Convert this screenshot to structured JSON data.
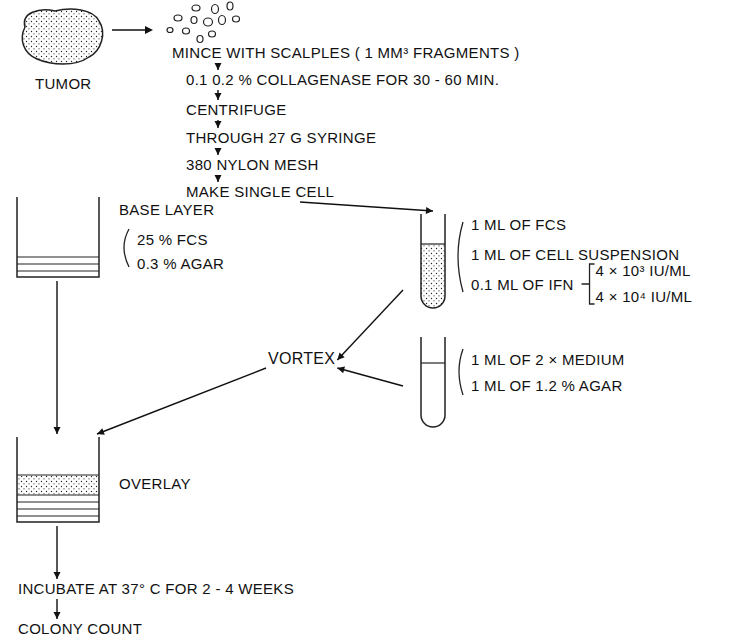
{
  "diagram": {
    "nodes": [
      {
        "text": [
          "TUMOR"
        ]
      },
      {
        "text": [
          "MINCE WITH SCALPLES ( 1 MM³ FRAGMENTS )"
        ]
      },
      {
        "text": [
          "0.1 0.2 % COLLAGENASE FOR 30 - 60 MIN."
        ]
      },
      {
        "text": [
          "CENTRIFUGE"
        ]
      },
      {
        "text": [
          "THROUGH 27 G SYRINGE"
        ]
      },
      {
        "text": [
          "380 NYLON MESH"
        ]
      },
      {
        "text": [
          "MAKE SINGLE CELL"
        ]
      },
      {
        "text": [
          "1 ML OF FCS",
          "1 ML OF CELL SUSPENSION",
          "0.1 ML OF IFN",
          "4 × 10³ IU/ML",
          "4 × 10⁴ IU/ML"
        ]
      },
      {
        "text": [
          "1 ML OF 2 × MEDIUM",
          "1 ML OF 1.2 % AGAR"
        ]
      },
      {
        "text": [
          "VORTEX"
        ]
      },
      {
        "text": [
          "BASE LAYER",
          "25 % FCS",
          "0.3 % AGAR"
        ]
      },
      {
        "text": [
          "OVERLAY"
        ]
      },
      {
        "text": [
          "INCUBATE AT 37° C FOR 2 - 4 WEEKS"
        ]
      },
      {
        "text": [
          "COLONY COUNT"
        ]
      }
    ],
    "edges": [
      {
        "from": 1,
        "to": 2,
        "arrow": "to"
      },
      {
        "from": 2,
        "to": 3,
        "arrow": "to"
      },
      {
        "from": 3,
        "to": 4,
        "arrow": "to"
      },
      {
        "from": 4,
        "to": 5,
        "arrow": "to"
      },
      {
        "from": 5,
        "to": 6,
        "arrow": "to"
      },
      {
        "from": 6,
        "to": 7,
        "arrow": "to"
      },
      {
        "from": 7,
        "to": 9,
        "arrow": "to"
      },
      {
        "from": 8,
        "to": 9,
        "arrow": "to"
      },
      {
        "from": 9,
        "to": 11,
        "arrow": "to"
      },
      {
        "from": 10,
        "to": 11,
        "arrow": "to"
      },
      {
        "from": 11,
        "to": 12,
        "arrow": "to"
      },
      {
        "from": 12,
        "to": 13,
        "arrow": "to"
      }
    ]
  }
}
